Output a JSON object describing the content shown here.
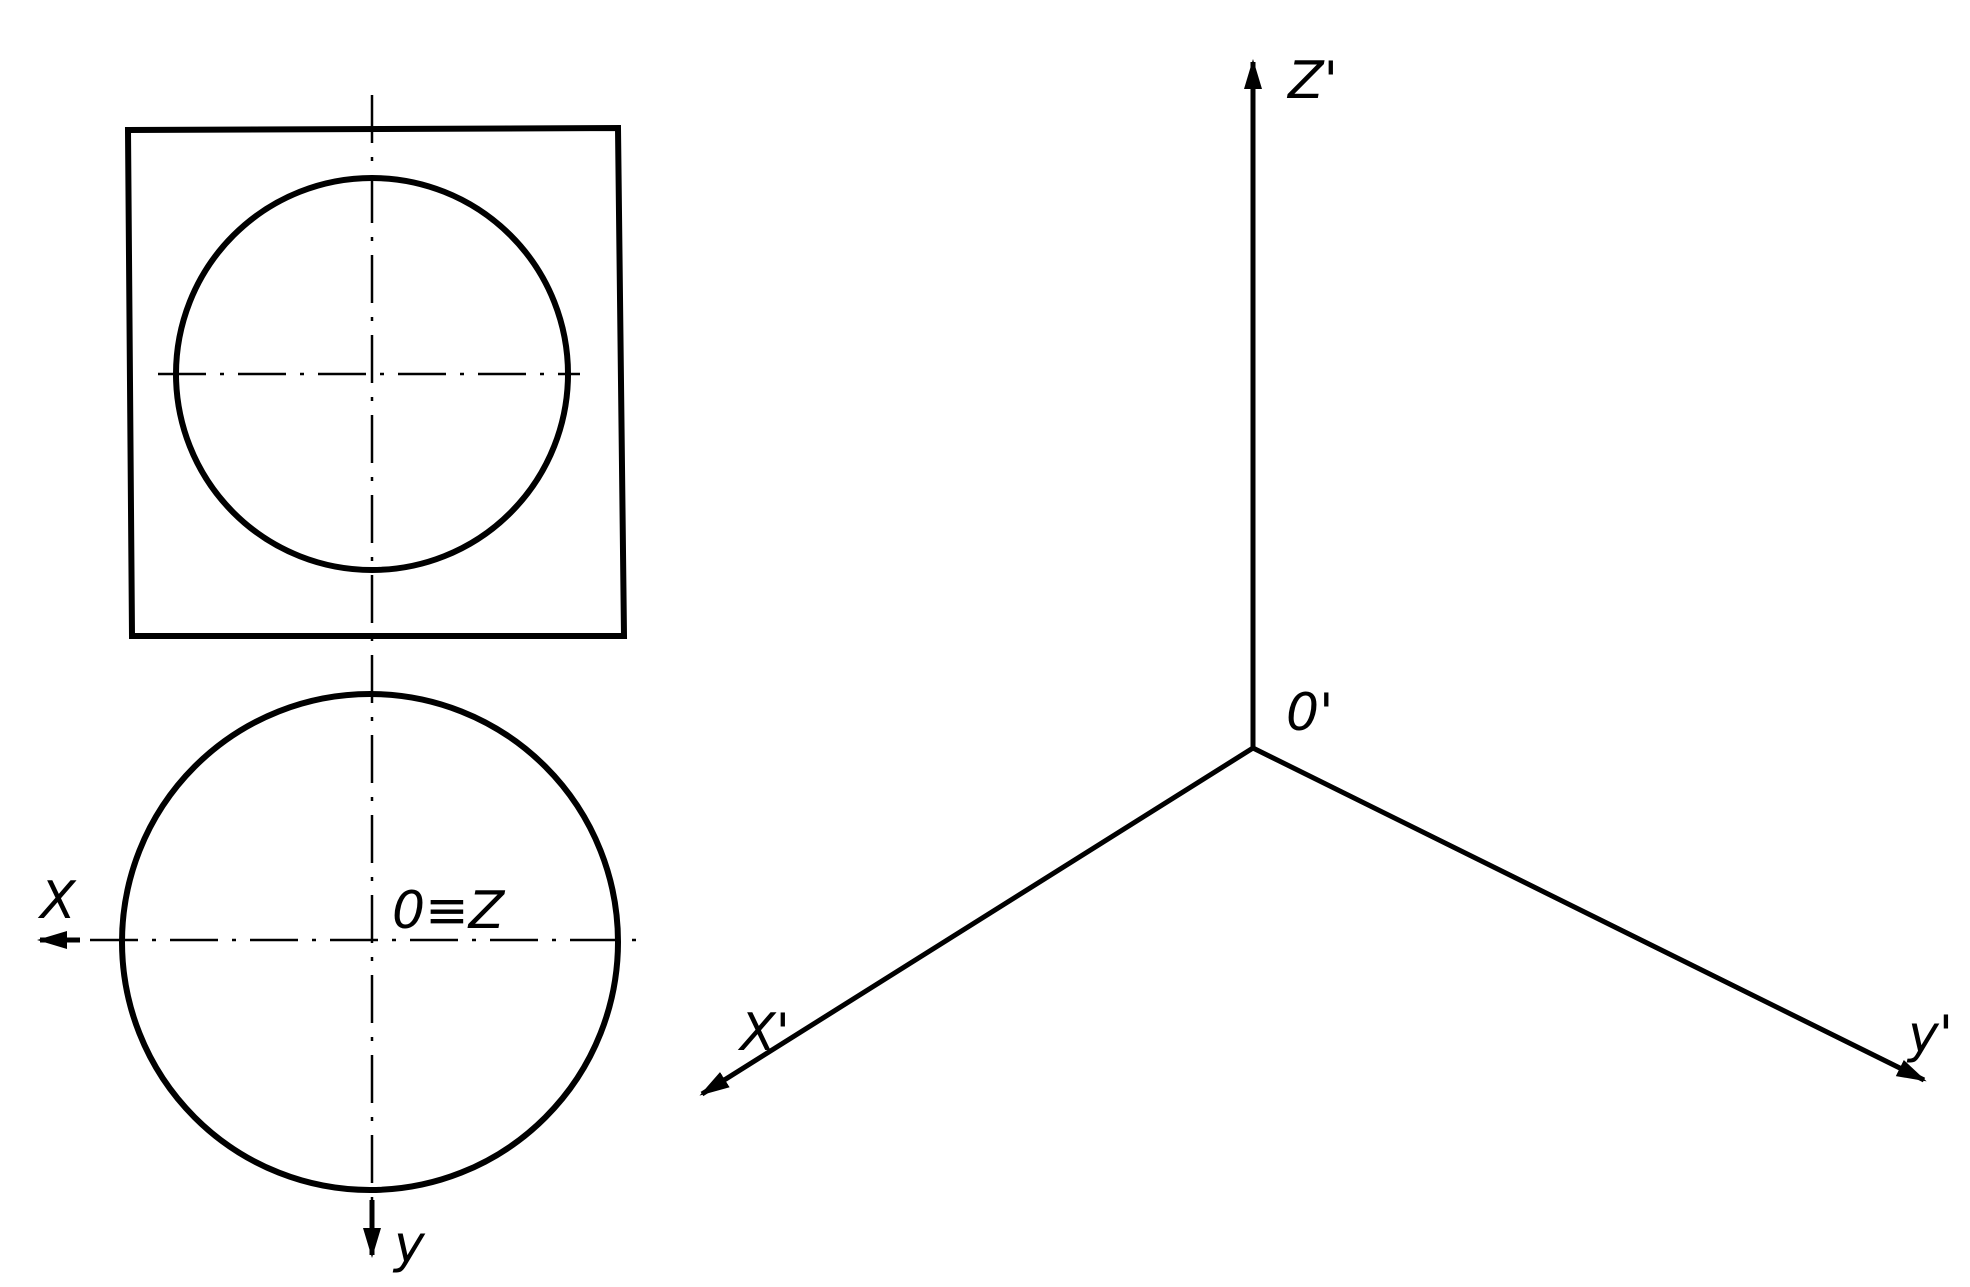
{
  "labels": {
    "x": "X",
    "origin": "0≡Z",
    "y": "y",
    "z_prime": "Z'",
    "origin_prime": "0'",
    "x_prime": "X'",
    "y_prime": "y'"
  },
  "colors": {
    "ink": "#000000",
    "paper": "#ffffff"
  }
}
